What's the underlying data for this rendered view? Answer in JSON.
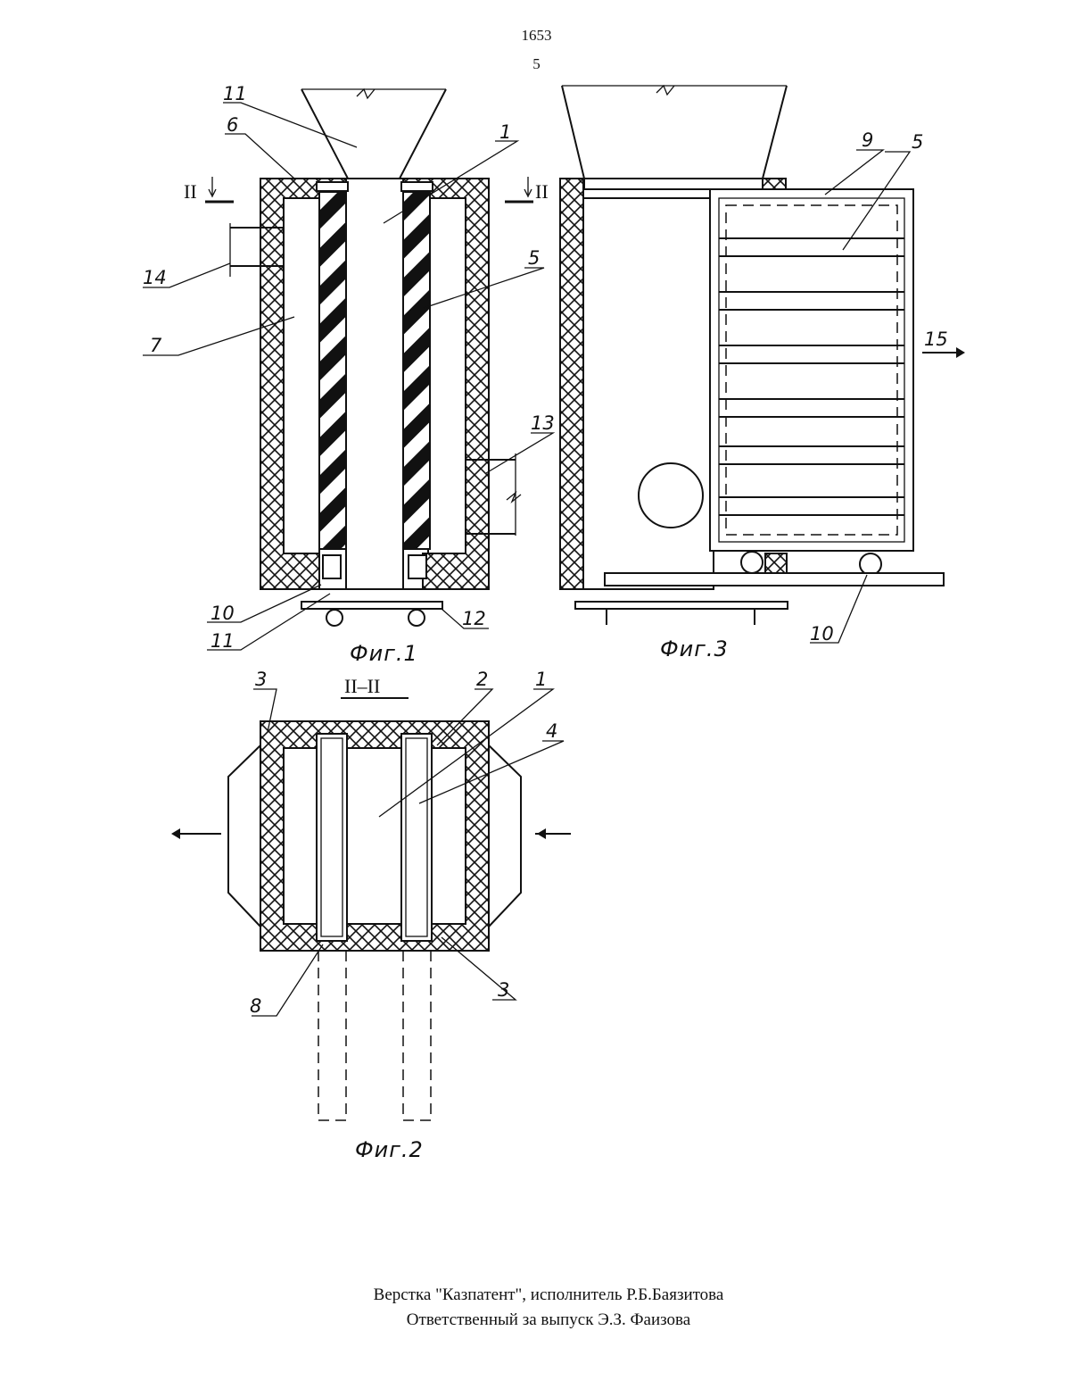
{
  "header": {
    "patent_number": "1653",
    "page_number": "5"
  },
  "figures": {
    "fig1": {
      "caption": "Фиг.1",
      "labels": [
        "11",
        "6",
        "1",
        "II",
        "II",
        "14",
        "7",
        "5",
        "13",
        "10",
        "11",
        "12"
      ]
    },
    "fig2": {
      "caption": "Фиг.2",
      "section_label": "II–II",
      "labels": [
        "3",
        "2",
        "1",
        "4",
        "8",
        "3"
      ]
    },
    "fig3": {
      "caption": "Фиг.3",
      "labels": [
        "9",
        "5",
        "15",
        "10"
      ]
    }
  },
  "footer": {
    "line1": "Верстка \"Казпатент\", исполнитель  Р.Б.Баязитова",
    "line2": "Ответственный за выпуск Э.З. Фаизова"
  }
}
